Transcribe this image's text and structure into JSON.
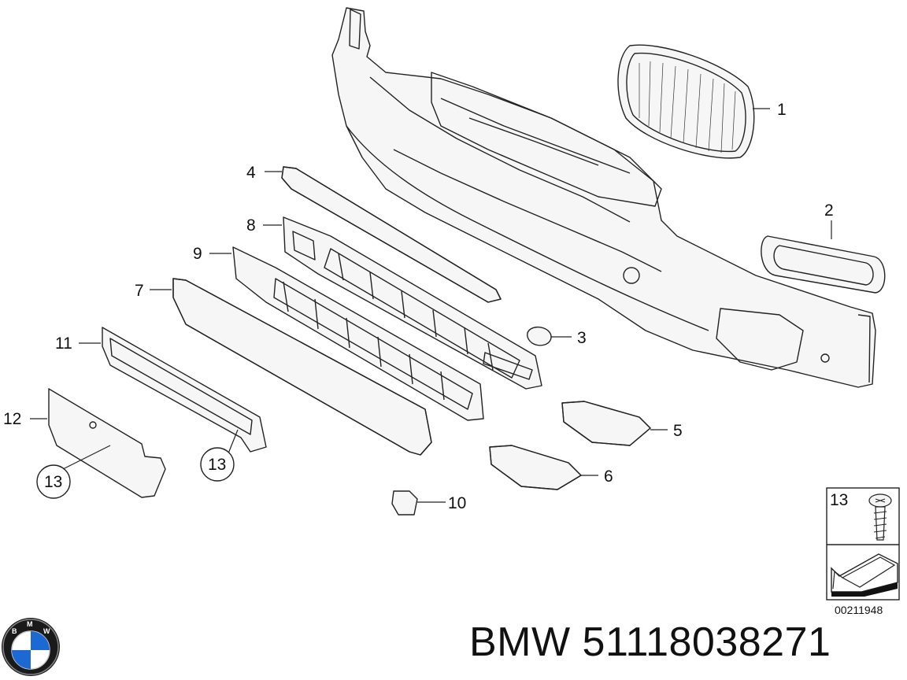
{
  "callouts": {
    "c1": "1",
    "c2": "2",
    "c3": "3",
    "c4": "4",
    "c5": "5",
    "c6": "6",
    "c7": "7",
    "c8": "8",
    "c9": "9",
    "c10": "10",
    "c11": "11",
    "c12": "12",
    "c13a": "13",
    "c13b": "13",
    "c13legend": "13"
  },
  "diagram_number": "00211948",
  "caption": "BMW 51118038271",
  "icons": [
    "bmw-logo-icon",
    "screw-icon",
    "arrow-icon"
  ]
}
